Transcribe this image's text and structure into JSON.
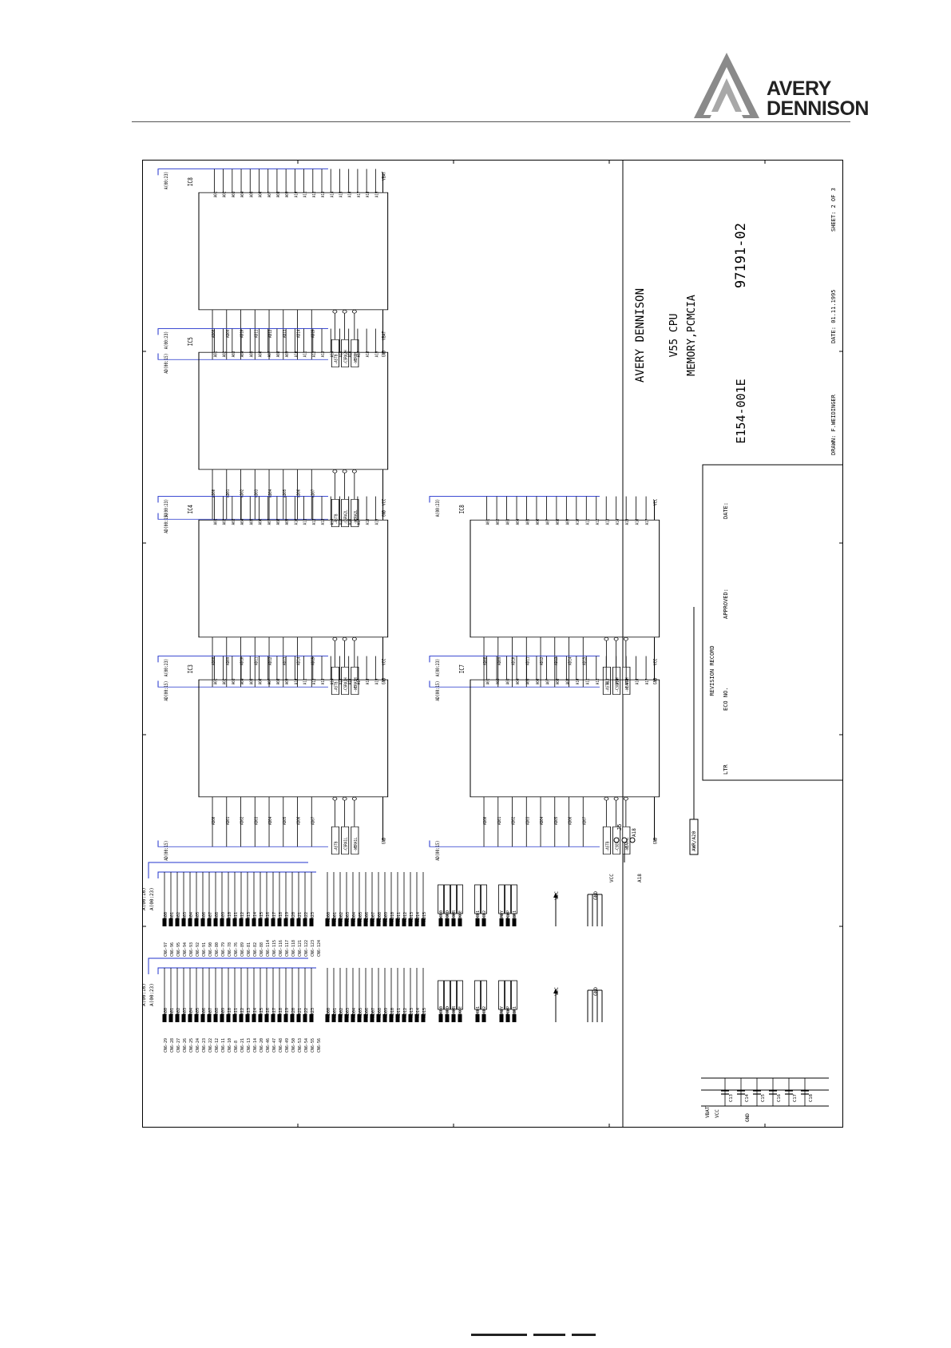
{
  "logo": {
    "line1": "AVERY",
    "line2": "DENNISON"
  },
  "title_block": {
    "company": "AVERY DENNISON",
    "title1": "V55 CPU",
    "title2": "MEMORY,PCMCIA",
    "drawing_no": "97191-02",
    "part_no": "E154-001E",
    "drawn": "DRAWN: F.WEIDINGER",
    "date": "DATE: 01.11.1995",
    "sheet": "SHEET: 2 OF 3"
  },
  "revision_record": {
    "title": "REVISION RECORD",
    "cols": [
      "LTR",
      "ECO NO.",
      "APPROVED:",
      "DATE:"
    ]
  },
  "chips": [
    {
      "name": "IC8",
      "bus_in": "A(00:23)",
      "bus_out": "AD(00:15)",
      "addr": [
        "A01",
        "A02",
        "A03",
        "A04",
        "A05",
        "A06",
        "A07",
        "A08",
        "A09",
        "A10",
        "A11",
        "A12",
        "A13",
        "A14",
        "A15",
        "A16",
        "A17",
        "A18",
        "A19"
      ],
      "data": [
        "AD08",
        "AD09",
        "AD10",
        "AD11",
        "AD12",
        "AD13",
        "AD14",
        "AD15"
      ],
      "ctrl": [
        "-ASTB",
        "-CSRA2H",
        "-WEROH"
      ],
      "vcc": "VBAT",
      "gnd": "GND"
    },
    {
      "name": "IC5",
      "bus_in": "A(00:23)",
      "bus_out": "AD(00:15)",
      "addr": [
        "A01",
        "A02",
        "A03",
        "A04",
        "A05",
        "A06",
        "A07",
        "A08",
        "A09",
        "A10",
        "A11",
        "A12",
        "A13",
        "A14",
        "A15",
        "A16",
        "A17",
        "A18",
        "A19"
      ],
      "data": [
        "AD00",
        "AD01",
        "AD02",
        "AD03",
        "AD04",
        "AD05",
        "AD06",
        "AD07"
      ],
      "ctrl": [
        "-ASTB",
        "-CSRA2L",
        "-WERA2L"
      ],
      "vcc": "VBAT",
      "gnd": "GND"
    },
    {
      "name": "IC4",
      "bus_in": "A(00:23)",
      "bus_out": "AD(00:15)",
      "addr": [
        "A01",
        "A02",
        "A03",
        "A04",
        "A05",
        "A06",
        "A07",
        "A08",
        "A09",
        "A10",
        "A11",
        "A12",
        "A13",
        "A14",
        "A15",
        "A16",
        "A17",
        "A18",
        "A19"
      ],
      "data": [
        "AD08",
        "AD09",
        "AD10",
        "AD11",
        "AD12",
        "AD13",
        "AD14",
        "AD15"
      ],
      "ctrl": [
        "-ASTB",
        "-CSRA1H",
        "-WERA1H"
      ],
      "vcc": "VCC",
      "gnd": "GND"
    },
    {
      "name": "IC3",
      "bus_in": "A(00:23)",
      "bus_out": "AD(00:15)",
      "addr": [
        "A01",
        "A02",
        "A03",
        "A04",
        "A05",
        "A06",
        "A07",
        "A08",
        "A09",
        "A10",
        "A11",
        "A12",
        "A13",
        "A14",
        "A15",
        "A16",
        "A17",
        "A18",
        "A19"
      ],
      "data": [
        "AD00",
        "AD01",
        "AD02",
        "AD03",
        "AD04",
        "AD05",
        "AD06",
        "AD07"
      ],
      "ctrl": [
        "-ASTB",
        "-CSRA1L",
        "-WERA1L"
      ],
      "vcc": "VCC",
      "gnd": "GND"
    },
    {
      "name": "IC8",
      "bus_in": "A(00:23)",
      "bus_out": "AD(00:15)",
      "addr": [
        "A01",
        "A02",
        "A03",
        "A04",
        "A05",
        "A06",
        "A07",
        "A08",
        "A09",
        "A10",
        "A11",
        "A12",
        "A13",
        "A14",
        "A15",
        "A16",
        "A17"
      ],
      "data": [
        "AD08",
        "AD09",
        "AD10",
        "AD11",
        "AD12",
        "AD13",
        "AD14",
        "AD15"
      ],
      "ctrl": [
        "-ASTB",
        "-CSEPRH",
        "-WEAPRH"
      ],
      "vcc": "VCC",
      "gnd": "GND"
    },
    {
      "name": "IC7",
      "bus_in": "A(00:23)",
      "bus_out": "AD(00:15)",
      "addr": [
        "A01",
        "A02",
        "A03",
        "A04",
        "A05",
        "A06",
        "A07",
        "A08",
        "A09",
        "A10",
        "A11",
        "A12",
        "A13",
        "A14",
        "A15",
        "A16",
        "A17"
      ],
      "data": [
        "AD00",
        "AD01",
        "AD02",
        "AD03",
        "AD04",
        "AD05",
        "AD06",
        "AD07"
      ],
      "ctrl": [
        "-ASTB",
        "-CSEPRL",
        "-WEAPRL"
      ],
      "vcc": "VCC",
      "gnd": "GND"
    }
  ],
  "connector_buses": [
    {
      "bus1": "A(00:16)",
      "bus2": "A(00:23)",
      "addr": [
        "A00",
        "A01",
        "A02",
        "A03",
        "A04",
        "A05",
        "A06",
        "A07",
        "A08",
        "A09",
        "A10",
        "A11",
        "A12",
        "A13",
        "A14",
        "A15",
        "A16",
        "A17",
        "A18",
        "A19",
        "A20",
        "A21",
        "A22",
        "A23"
      ],
      "data": [
        "AD00",
        "AD01",
        "AD02",
        "AD03",
        "AD04",
        "AD05",
        "AD06",
        "AD07",
        "AD08",
        "AD09",
        "AD10",
        "AD11",
        "AD12",
        "AD13",
        "AD14",
        "AD15"
      ],
      "ctrl1": [
        "-RCR0",
        "-IORD",
        "-IOWR",
        "-PCKCE"
      ],
      "ctrl2": [
        "-PCCD1",
        "-PCCD2"
      ],
      "ctrl3": [
        "-PCRDY",
        "-PCWP",
        "-PCBR1"
      ],
      "pins": [
        "CN6-29",
        "CN6-28",
        "CN6-27",
        "CN6-26",
        "CN6-25",
        "CN6-24",
        "CN6-23",
        "CN6-22",
        "CN6-12",
        "CN6-11",
        "CN6-10",
        "CN6-8",
        "CN6-21",
        "CN6-13",
        "CN6-14",
        "CN6-20",
        "CN6-46",
        "CN6-47",
        "CN6-48",
        "CN6-49",
        "CN6-50",
        "CN6-53",
        "CN6-54",
        "CN6-55",
        "CN6-56"
      ],
      "vcc": "VCC",
      "gnd": "GND"
    },
    {
      "bus1": "A(00:16)",
      "bus2": "A(00:23)",
      "addr": [
        "A00",
        "A01",
        "A02",
        "A03",
        "A04",
        "A05",
        "A06",
        "A07",
        "A08",
        "A09",
        "A10",
        "A11",
        "A12",
        "A13",
        "A14",
        "A15",
        "A16",
        "A17",
        "A18",
        "A19",
        "A20",
        "A21",
        "A22",
        "A23"
      ],
      "data": [
        "AD00",
        "AD01",
        "AD02",
        "AD03",
        "AD04",
        "AD05",
        "AD06",
        "AD07",
        "AD08",
        "AD09",
        "AD10",
        "AD11",
        "AD12",
        "AD13",
        "AD14",
        "AD15"
      ],
      "ctrl1": [
        "-RCR0",
        "-IORD",
        "-IOWR",
        "-PCKCE"
      ],
      "ctrl2": [
        "-PCCD1",
        "-PCCD2"
      ],
      "ctrl3": [
        "-PCRDY",
        "-PCWP",
        "-PCBR1"
      ],
      "pins": [
        "CN6-97",
        "CN6-96",
        "CN6-95",
        "CN6-94",
        "CN6-93",
        "CN6-92",
        "CN6-91",
        "CN6-90",
        "CN6-80",
        "CN6-79",
        "CN6-78",
        "CN6-76",
        "CN6-89",
        "CN6-81",
        "CN6-82",
        "CN6-88",
        "CN6-114",
        "CN6-115",
        "CN6-116",
        "CN6-117",
        "CN6-118",
        "CN6-121",
        "CN6-122",
        "CN6-123",
        "CN6-124"
      ],
      "vcc": "VCC",
      "gnd": "GND"
    }
  ],
  "jumper": {
    "name": "J5",
    "net": "A18",
    "a": "VCC",
    "b": "A18"
  },
  "power": {
    "vbat": "VBAT",
    "vcc": "VCC",
    "gnd": "GND",
    "caps": [
      "C13",
      "C14",
      "C15",
      "C16",
      "C17",
      "C18"
    ]
  },
  "sheet_bus_tag": "AWR/A20"
}
